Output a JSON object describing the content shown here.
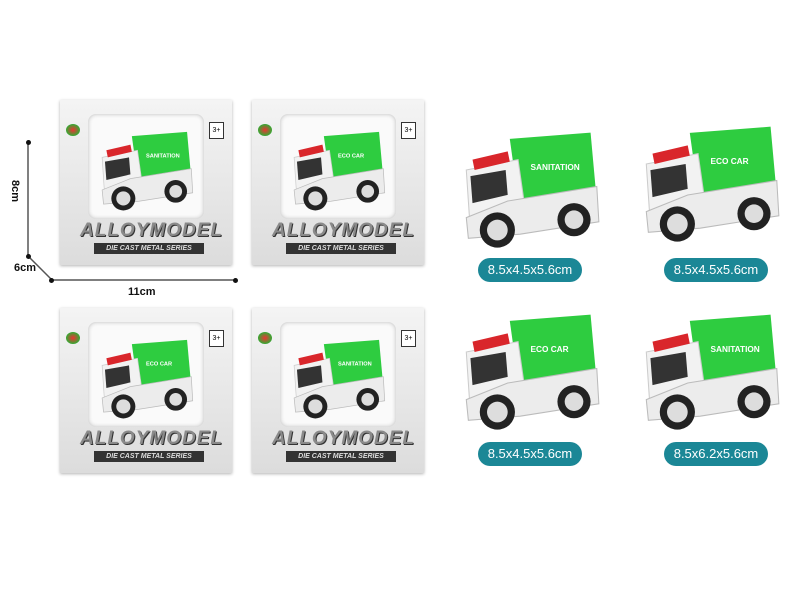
{
  "dimensions": {
    "height": "8cm",
    "depth": "6cm",
    "width": "11cm"
  },
  "packages": [
    {
      "truck_text": "SANITATION",
      "brand": "ALLOYMODEL",
      "series": "DIE CAST METAL SERIES",
      "age": "3+"
    },
    {
      "truck_text": "ECO CAR",
      "brand": "ALLOYMODEL",
      "series": "DIE CAST METAL SERIES",
      "age": "3+"
    },
    {
      "truck_text": "ECO CAR",
      "brand": "ALLOYMODEL",
      "series": "DIE CAST METAL SERIES",
      "age": "3+"
    },
    {
      "truck_text": "SANITATION",
      "brand": "ALLOYMODEL",
      "series": "DIE CAST METAL SERIES",
      "age": "3+"
    }
  ],
  "products": [
    {
      "truck_text": "SANITATION",
      "size": "8.5x4.5x5.6cm"
    },
    {
      "truck_text": "ECO CAR",
      "size": "8.5x4.5x5.6cm"
    },
    {
      "truck_text": "ECO CAR",
      "size": "8.5x4.5x5.6cm"
    },
    {
      "truck_text": "SANITATION",
      "size": "8.5x6.2x5.6cm"
    }
  ],
  "colors": {
    "truck_green": "#2ecc40",
    "pill": "#1b8796",
    "light_red": "#d9262b"
  }
}
